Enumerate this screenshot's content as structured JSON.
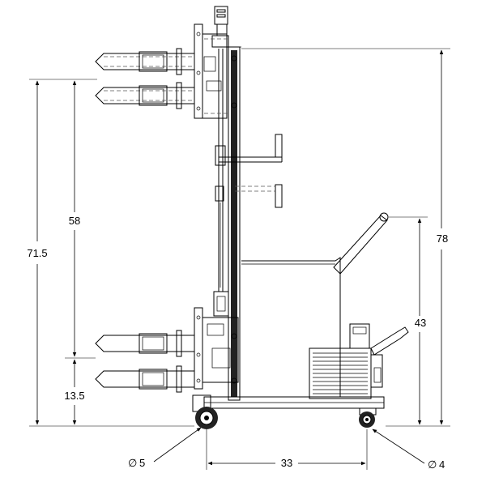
{
  "dimensions": {
    "height_overall": "78",
    "height_lower_fork": "71.5",
    "fork_travel": "58",
    "fork_bottom": "13.5",
    "handle_height": "43",
    "wheelbase": "33",
    "front_wheel_dia": "5",
    "rear_wheel_dia": "4"
  },
  "symbols": {
    "diameter": "∅"
  }
}
